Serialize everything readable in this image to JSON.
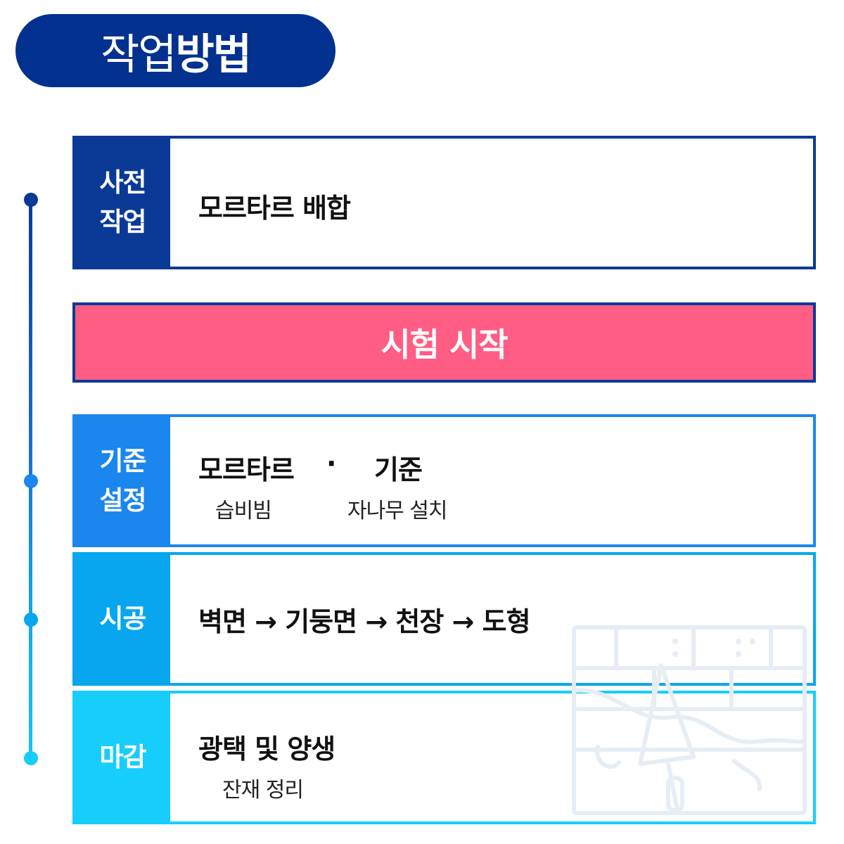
{
  "title": {
    "light": "작업",
    "bold": "방법"
  },
  "colors": {
    "title_bg": "#03318f",
    "banner_bg": "#ff5d84",
    "step1": "#0b3a96",
    "step2": "#1a86ee",
    "step3": "#07a6ef",
    "step4": "#17cdfc"
  },
  "steps": [
    {
      "label_line1": "사전",
      "label_line2": "작업",
      "main": "모르타르 배합"
    },
    {
      "label_line1": "기준",
      "label_line2": "설정",
      "main_left": "모르타르",
      "separator": "·",
      "main_right": "기준",
      "sub_left": "습비빔",
      "sub_right": "자나무 설치"
    },
    {
      "label_line1": "시공",
      "main": "벽면 → 기둥면 → 천장 → 도형"
    },
    {
      "label_line1": "마감",
      "main": "광택 및 양생",
      "sub": "잔재 정리"
    }
  ],
  "banner": {
    "text": "시험 시작"
  },
  "watermark_icon": "trowel-and-tile-wall-icon"
}
